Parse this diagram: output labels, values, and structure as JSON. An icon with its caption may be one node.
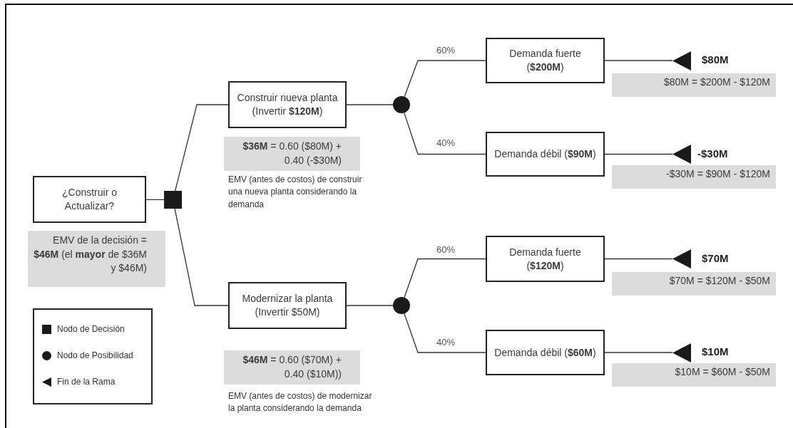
{
  "diagram": {
    "nodes": [
      {
        "text": [
          "¿Construir o Actualizar?"
        ],
        "beside": [
          "EMV de la decisión = **$46M** (el **mayor** de $36M y $46M)"
        ]
      },
      {
        "text": [],
        "shape": "box"
      },
      {
        "text": [
          "Construir nueva planta (Invertir **$120M**)"
        ],
        "beside": [
          "**$36M** = 0.60 ($80M) + 0.40 (-$30M)",
          "EMV (antes de costos) de construir una nueva planta considerando la demanda"
        ]
      },
      {
        "text": [],
        "shape": "circle"
      },
      {
        "text": [
          "Demanda fuerte (**$200M**)"
        ]
      },
      {
        "text": [],
        "shape": "triangle",
        "beside": [
          "$80M",
          "$80M = $200M - $120M"
        ]
      },
      {
        "text": [
          "Demanda débil (**$90M**)"
        ]
      },
      {
        "text": [],
        "shape": "triangle",
        "beside": [
          "-$30M",
          "-$30M = $90M - $120M"
        ]
      },
      {
        "text": [
          "Modernizar la planta (Invertir $50M)"
        ],
        "beside": [
          "**$46M** = 0.60 ($70M) + 0.40 ($10M))",
          "EMV (antes de costos) de modernizar la planta considerando la demanda"
        ]
      },
      {
        "text": [],
        "shape": "circle"
      },
      {
        "text": [
          "Demanda fuerte (**$120M**)"
        ]
      },
      {
        "text": [],
        "shape": "triangle",
        "beside": [
          "$70M",
          "$70M = $120M - $50M"
        ]
      },
      {
        "text": [
          "Demanda débil (**$60M**)"
        ]
      },
      {
        "text": [],
        "shape": "triangle",
        "beside": [
          "$10M",
          "$10M = $60M - $50M"
        ]
      }
    ],
    "edges": [
      {
        "from": 0,
        "to": 1,
        "arrow": "none"
      },
      {
        "from": 1,
        "to": 2,
        "arrow": "none"
      },
      {
        "from": 1,
        "to": 8,
        "arrow": "none"
      },
      {
        "from": 2,
        "to": 3,
        "arrow": "none"
      },
      {
        "from": 3,
        "to": 4,
        "label": "60%",
        "arrow": "none"
      },
      {
        "from": 3,
        "to": 6,
        "label": "40%",
        "arrow": "none"
      },
      {
        "from": 4,
        "to": 5,
        "arrow": "none"
      },
      {
        "from": 6,
        "to": 7,
        "arrow": "none"
      },
      {
        "from": 8,
        "to": 9,
        "arrow": "none"
      },
      {
        "from": 9,
        "to": 10,
        "label": "60%",
        "arrow": "none"
      },
      {
        "from": 9,
        "to": 12,
        "label": "40%",
        "arrow": "none"
      },
      {
        "from": 10,
        "to": 11,
        "arrow": "none"
      },
      {
        "from": 12,
        "to": 13,
        "arrow": "none"
      }
    ],
    "legend": [
      {
        "text": "Nodo de Decisión"
      },
      {
        "text": "Nodo de Posibilidad"
      },
      {
        "text": "Fin de la Rama"
      }
    ]
  }
}
